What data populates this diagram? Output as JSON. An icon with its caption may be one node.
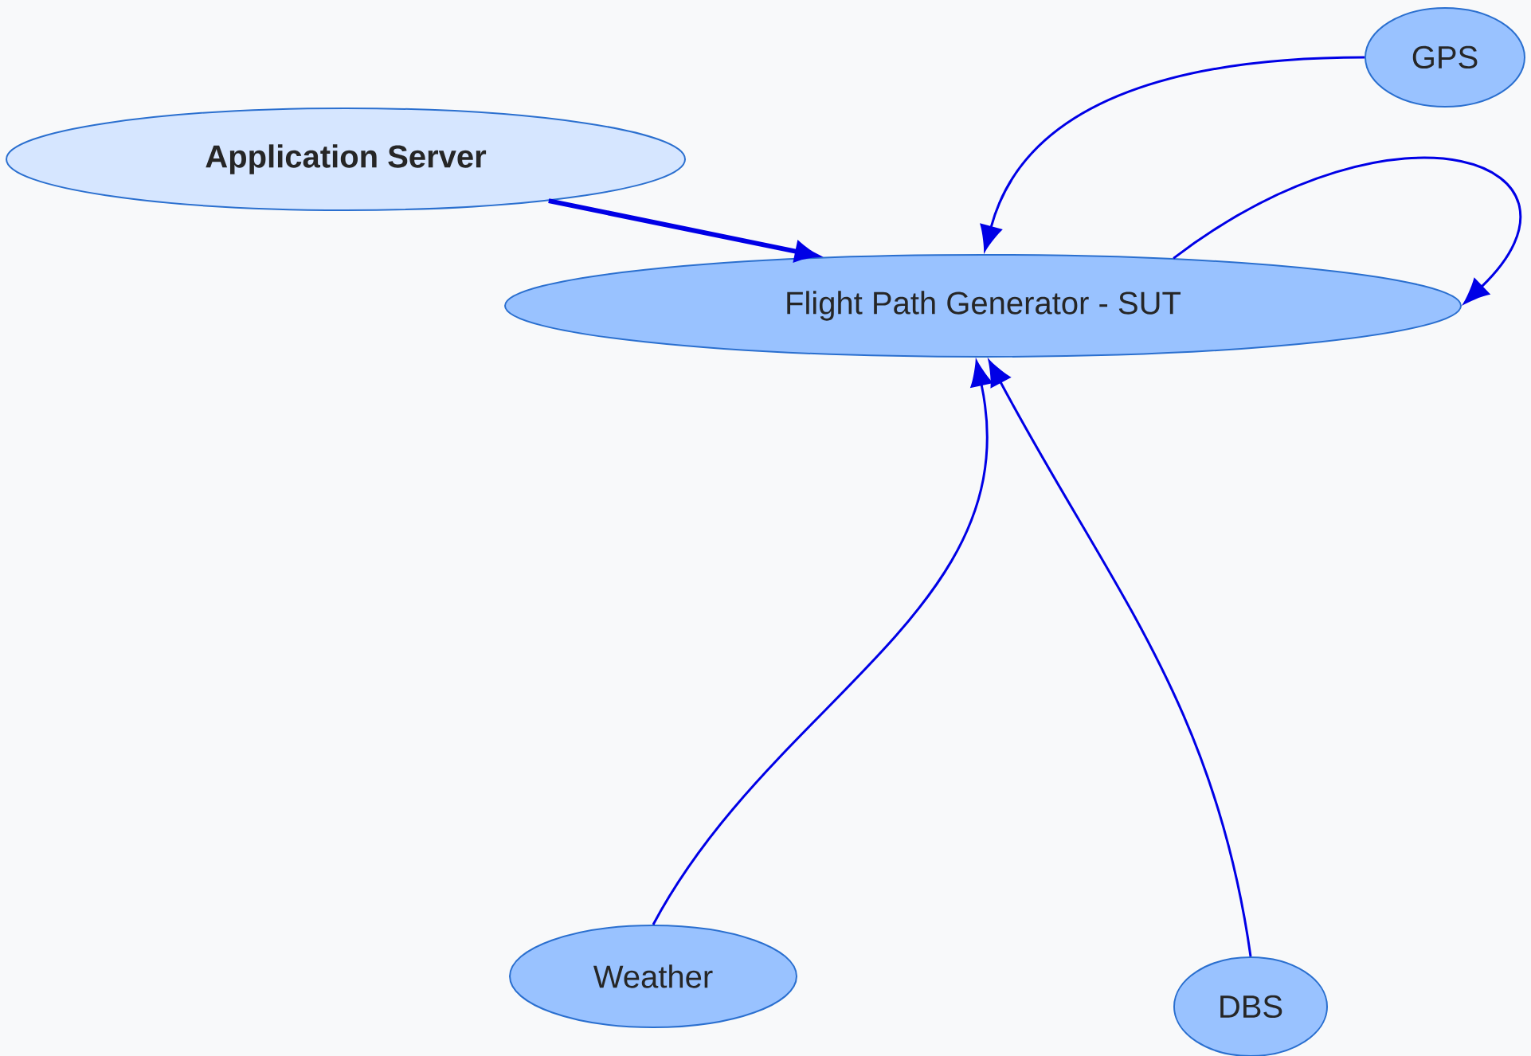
{
  "diagram": {
    "nodes": [
      {
        "text": [
          "Application Server"
        ]
      },
      {
        "text": [
          "Flight Path Generator - SUT"
        ]
      },
      {
        "text": [
          "GPS"
        ]
      },
      {
        "text": [
          "Weather"
        ]
      },
      {
        "text": [
          "DBS"
        ]
      }
    ],
    "edges": [
      {
        "from": 0,
        "to": 1,
        "arrow": "to",
        "style": "thick"
      },
      {
        "from": 2,
        "to": 1,
        "arrow": "to"
      },
      {
        "from": 1,
        "to": 1,
        "arrow": "to"
      },
      {
        "from": 3,
        "to": 1,
        "arrow": "to"
      },
      {
        "from": 4,
        "to": 1,
        "arrow": "to"
      }
    ]
  }
}
